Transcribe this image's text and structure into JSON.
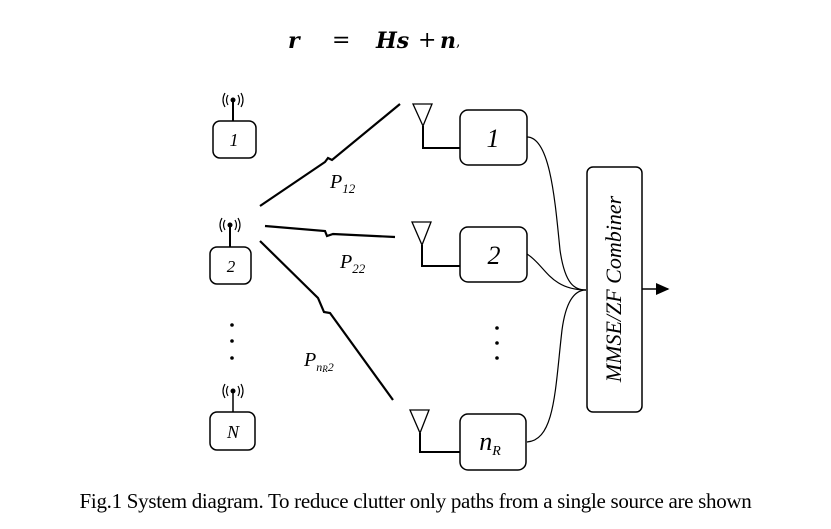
{
  "equation": {
    "lhs": "r",
    "equals": "=",
    "rhs_a": "Hs",
    "plus": "+",
    "rhs_b": "n",
    "comma": ","
  },
  "sources": [
    {
      "label": "1"
    },
    {
      "label": "2"
    },
    {
      "label": "N"
    }
  ],
  "source_ellipsis": "⋮",
  "paths": [
    {
      "label": "P",
      "sub": "12"
    },
    {
      "label": "P",
      "sub": "22"
    },
    {
      "label": "P",
      "sub": "nR2"
    }
  ],
  "receivers": [
    {
      "label": "1"
    },
    {
      "label": "2"
    },
    {
      "label": "n",
      "sub": "R"
    }
  ],
  "receiver_ellipsis": "⋮",
  "combiner": {
    "label": "MMSE/ZF Combiner"
  },
  "caption": "Fig.1 System diagram. To reduce clutter only paths from a single source are shown"
}
